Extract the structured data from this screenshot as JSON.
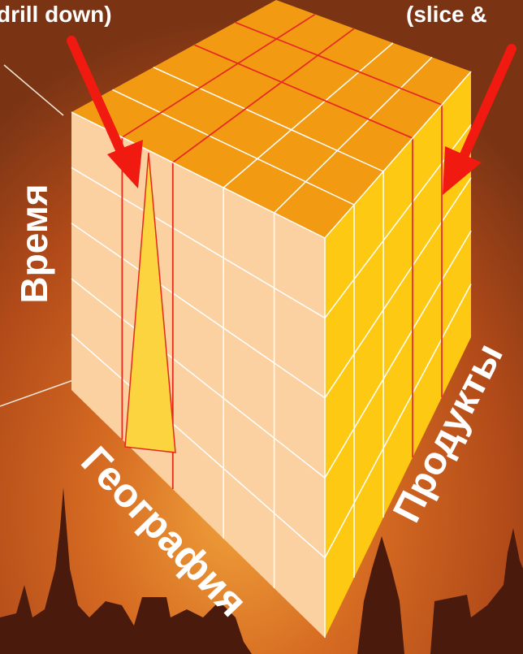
{
  "labels": {
    "top_left": "drill down)",
    "top_right": "(slice &",
    "axis_time": "Время",
    "axis_geography": "География",
    "axis_products": "Продукты"
  },
  "colors": {
    "bg_top": "#7a3414",
    "bg_mid": "#c55a1e",
    "bg_glow": "#e9902f",
    "face_front": "#fbd1a2",
    "face_top": "#f39a13",
    "face_side": "#fec912",
    "grid_line": "#ffffff",
    "red_line": "#e52a1a",
    "arrow": "#f01a10",
    "wedge": "#fbd440",
    "silhouette": "#4a1a0c"
  },
  "icons": {
    "left_arrow": "arrow-down-right-icon",
    "right_arrow": "arrow-down-left-icon"
  }
}
